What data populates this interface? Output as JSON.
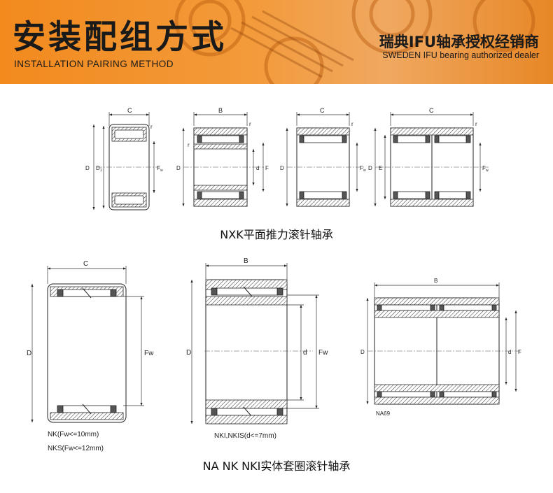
{
  "banner": {
    "title": "安装配组方式",
    "subtitle": "INSTALLATION PAIRING METHOD",
    "dealer_cn": "瑞典IFU轴承授权经销商",
    "dealer_en": "SWEDEN IFU bearing authorized dealer"
  },
  "section1": {
    "caption": "NXK平面推力滚针轴承",
    "d1": {
      "top": "C",
      "corner": "r",
      "left1": "D",
      "left2": "D",
      "left2sub": "1",
      "right": "F",
      "rightsub": "w"
    },
    "d2": {
      "top": "B",
      "corner": "r",
      "corner2": "r",
      "left": "D",
      "mid": "d",
      "right": "F"
    },
    "d3": {
      "top": "C",
      "corner": "r",
      "left": "D",
      "right": "F",
      "rightsub": "w"
    },
    "d4": {
      "top": "C",
      "corner": "r",
      "left1": "D",
      "left2": "E",
      "right": "F",
      "rightsub": "w"
    }
  },
  "section2": {
    "caption": "NA NK NKI实体套圈滚针轴承",
    "nk": {
      "top": "C",
      "left": "D",
      "right": "Fw",
      "note1": "NK(Fw<=10mm)",
      "note2": "NKS(Fw<=12mm)"
    },
    "nki": {
      "top": "B",
      "left": "D",
      "mid": "d",
      "right": "Fw",
      "note": "NKI,NKIS(d<=7mm)"
    },
    "na69": {
      "top": "B",
      "left": "D",
      "mid": "d",
      "right": "F",
      "note": "NA69"
    }
  }
}
